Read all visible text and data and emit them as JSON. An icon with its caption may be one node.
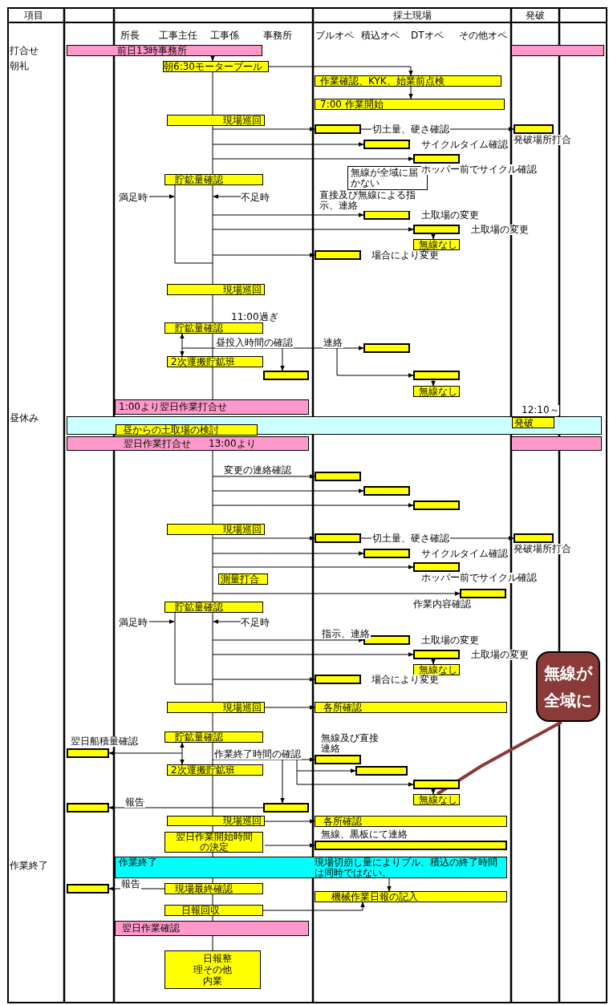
{
  "diagram": {
    "nodes": [
      {
        "text": [
          "前日13時事務所"
        ]
      },
      {
        "text": [],
        "shape": "bar"
      },
      {
        "text": [
          "朝6:30モータープール"
        ]
      },
      {
        "text": [
          "作業確認、KYK、始業前点検"
        ]
      },
      {
        "text": [
          "7:00  作業開始"
        ]
      },
      {
        "text": [
          "現場巡回"
        ]
      },
      {
        "text": [],
        "shape": "box"
      },
      {
        "text": [],
        "shape": "box",
        "beside": [
          "発破場所打合"
        ]
      },
      {
        "text": [],
        "shape": "box"
      },
      {
        "text": [],
        "shape": "box",
        "beside": [
          "ホッパー前でサイクル確認"
        ]
      },
      {
        "text": [
          "無線が全域に届かない"
        ]
      },
      {
        "text": [
          "貯鉱量確認"
        ]
      },
      {
        "text": [],
        "shape": "box"
      },
      {
        "text": [],
        "shape": "box",
        "beside": [
          "土取場の変更"
        ]
      },
      {
        "text": [
          "無線なし"
        ]
      },
      {
        "text": [],
        "shape": "box"
      },
      {
        "text": [
          "現場巡回"
        ]
      },
      {
        "text": [
          "貯鉱量確認"
        ],
        "beside": [
          "11:00過ぎ"
        ]
      },
      {
        "text": [
          "2次運搬貯鉱班"
        ]
      },
      {
        "text": [],
        "shape": "box"
      },
      {
        "text": [],
        "shape": "box"
      },
      {
        "text": [],
        "shape": "box"
      },
      {
        "text": [
          "無線なし"
        ]
      },
      {
        "text": [
          "1:00より翌日作業打合せ"
        ]
      },
      {
        "text": [],
        "shape": "bar"
      },
      {
        "text": [
          "昼からの土取場の検討"
        ],
        "in": 24
      },
      {
        "text": [
          "発破"
        ],
        "in": 24,
        "beside": [
          "12:10～"
        ]
      },
      {
        "text": [
          "翌日作業打合せ",
          "13:00より"
        ]
      },
      {
        "text": [],
        "shape": "bar"
      },
      {
        "text": [],
        "shape": "box"
      },
      {
        "text": [],
        "shape": "box"
      },
      {
        "text": [],
        "shape": "box"
      },
      {
        "text": [
          "現場巡回"
        ]
      },
      {
        "text": [],
        "shape": "box"
      },
      {
        "text": [],
        "shape": "box",
        "beside": [
          "発破場所打合"
        ]
      },
      {
        "text": [],
        "shape": "box"
      },
      {
        "text": [],
        "shape": "box",
        "beside": [
          "ホッパー前でサイクル確認"
        ]
      },
      {
        "text": [
          "測量打合"
        ]
      },
      {
        "text": [],
        "shape": "box",
        "beside": [
          "作業内容確認"
        ]
      },
      {
        "text": [
          "貯鉱量確認"
        ]
      },
      {
        "text": [],
        "shape": "box"
      },
      {
        "text": [],
        "shape": "box",
        "beside": [
          "土取場の変更"
        ]
      },
      {
        "text": [
          "無線なし"
        ]
      },
      {
        "text": [],
        "shape": "box"
      },
      {
        "text": [
          "現場巡回"
        ]
      },
      {
        "text": [
          "各所確認"
        ]
      },
      {
        "text": [
          "貯鉱量確認"
        ]
      },
      {
        "text": [],
        "shape": "box",
        "beside": [
          "翌日船積量確認"
        ]
      },
      {
        "text": [
          "2次運搬貯鉱班"
        ]
      },
      {
        "text": [],
        "shape": "box"
      },
      {
        "text": [],
        "shape": "box"
      },
      {
        "text": [],
        "shape": "box"
      },
      {
        "text": [
          "無線なし"
        ]
      },
      {
        "text": [],
        "shape": "box"
      },
      {
        "text": [],
        "shape": "box"
      },
      {
        "text": [
          "現場巡回"
        ]
      },
      {
        "text": [
          "各所確認"
        ]
      },
      {
        "text": [
          "翌日作業開始時間の決定"
        ]
      },
      {
        "text": [],
        "shape": "box",
        "beside": [
          "無線、黒板にて連絡"
        ]
      },
      {
        "text": [
          "作業終了",
          "現場切崩し量によりブル、積込の終了時間は同時ではない。"
        ]
      },
      {
        "text": [],
        "shape": "box"
      },
      {
        "text": [
          "現場最終確認"
        ]
      },
      {
        "text": [
          "機械作業日報の記入"
        ]
      },
      {
        "text": [
          "日報回収"
        ]
      },
      {
        "text": [
          "翌日作業確認"
        ]
      },
      {
        "text": [
          "日報整理その他内業"
        ]
      },
      {
        "text": [
          "無線が全域に"
        ]
      },
      {
        "text": [
          "満足時"
        ]
      },
      {
        "text": [
          "不足時"
        ]
      },
      {
        "text": [
          "満足時"
        ]
      },
      {
        "text": [
          "不足時"
        ]
      }
    ],
    "edges": [
      {
        "from": 0,
        "to": 2,
        "arrow": "to"
      },
      {
        "from": 2,
        "to": 3,
        "arrow": "to"
      },
      {
        "from": 3,
        "to": 4,
        "arrow": "to"
      },
      {
        "from": 2,
        "to": 5,
        "arrow": "none"
      },
      {
        "from": 5,
        "to": 11,
        "arrow": "none"
      },
      {
        "from": 11,
        "to": 16,
        "arrow": "none"
      },
      {
        "from": 16,
        "to": 17,
        "arrow": "none"
      },
      {
        "from": 17,
        "to": 18,
        "arrow": "none"
      },
      {
        "from": 18,
        "to": 23,
        "arrow": "none"
      },
      {
        "from": 27,
        "to": 32,
        "arrow": "none"
      },
      {
        "from": 32,
        "to": 39,
        "arrow": "none"
      },
      {
        "from": 39,
        "to": 44,
        "arrow": "none"
      },
      {
        "from": 44,
        "to": 46,
        "arrow": "none"
      },
      {
        "from": 46,
        "to": 48,
        "arrow": "none"
      },
      {
        "from": 48,
        "to": 55,
        "arrow": "none"
      },
      {
        "from": 55,
        "to": 57,
        "arrow": "none"
      },
      {
        "from": 57,
        "to": 59,
        "arrow": "none"
      },
      {
        "from": 59,
        "to": 61,
        "arrow": "none"
      },
      {
        "from": 61,
        "to": 63,
        "arrow": "none"
      },
      {
        "from": 63,
        "to": 64,
        "arrow": "none"
      },
      {
        "from": 64,
        "to": 65,
        "arrow": "none"
      },
      {
        "from": 5,
        "to": 6,
        "arrow": "to"
      },
      {
        "from": 6,
        "to": 7,
        "arrow": "to",
        "label": "切土量、硬さ確認"
      },
      {
        "from": null,
        "to": 8,
        "arrow": "to"
      },
      {
        "from": null,
        "to": 9,
        "arrow": "to"
      },
      {
        "from": 11,
        "to": null,
        "arrow": "none"
      },
      {
        "from": 67,
        "to": 11,
        "arrow": "to"
      },
      {
        "from": 68,
        "to": 11,
        "arrow": "to"
      },
      {
        "from": null,
        "to": 12,
        "arrow": "to"
      },
      {
        "from": null,
        "to": 13,
        "arrow": "to"
      },
      {
        "from": 13,
        "to": 14,
        "arrow": "to"
      },
      {
        "from": null,
        "to": 15,
        "arrow": "to"
      },
      {
        "from": 17,
        "to": 18,
        "arrow": "both"
      },
      {
        "from": 18,
        "to": 19,
        "arrow": "to",
        "label": "昼投入時間の確認"
      },
      {
        "from": null,
        "to": 20,
        "arrow": "to"
      },
      {
        "from": null,
        "to": 21,
        "arrow": "to",
        "label": "連絡"
      },
      {
        "from": 21,
        "to": 22,
        "arrow": "to"
      },
      {
        "from": null,
        "to": 29,
        "arrow": "to",
        "label": "変更の連絡確認"
      },
      {
        "from": null,
        "to": 30,
        "arrow": "to"
      },
      {
        "from": null,
        "to": 31,
        "arrow": "to"
      },
      {
        "from": 32,
        "to": 33,
        "arrow": "to"
      },
      {
        "from": 33,
        "to": 34,
        "arrow": "to",
        "label": "切土量、硬さ確認"
      },
      {
        "from": null,
        "to": 35,
        "arrow": "to"
      },
      {
        "from": 37,
        "to": 36,
        "arrow": "to"
      },
      {
        "from": 37,
        "to": 38,
        "arrow": "to"
      },
      {
        "from": 39,
        "to": null,
        "arrow": "none"
      },
      {
        "from": 69,
        "to": 39,
        "arrow": "to"
      },
      {
        "from": 70,
        "to": 39,
        "arrow": "to"
      },
      {
        "from": null,
        "to": 40,
        "arrow": "to",
        "label": "指示、連絡"
      },
      {
        "from": null,
        "to": 41,
        "arrow": "to"
      },
      {
        "from": 41,
        "to": 42,
        "arrow": "to"
      },
      {
        "from": null,
        "to": 43,
        "arrow": "to"
      },
      {
        "from": 44,
        "to": 45,
        "arrow": "to"
      },
      {
        "from": 46,
        "to": 48,
        "arrow": "both"
      },
      {
        "from": 46,
        "to": 47,
        "arrow": "to"
      },
      {
        "from": 48,
        "to": 49,
        "arrow": "to",
        "label": "作業終了時間の確認"
      },
      {
        "from": null,
        "to": 50,
        "arrow": "to"
      },
      {
        "from": null,
        "to": 51,
        "arrow": "to"
      },
      {
        "from": 51,
        "to": 52,
        "arrow": "to"
      },
      {
        "from": null,
        "to": 53,
        "arrow": "to"
      },
      {
        "from": 53,
        "to": 54,
        "arrow": "to",
        "label": "報告"
      },
      {
        "from": 55,
        "to": 56,
        "arrow": "to"
      },
      {
        "from": 57,
        "to": 58,
        "arrow": "to"
      },
      {
        "from": 61,
        "to": 60,
        "arrow": "to",
        "label": "報告"
      },
      {
        "from": 59,
        "to": 62,
        "arrow": "to"
      },
      {
        "from": 63,
        "to": 62,
        "arrow": "to"
      },
      {
        "from": 66,
        "to": 52,
        "arrow": "none",
        "style": "thick",
        "color": "#8b3a3a"
      }
    ],
    "labels": [
      "項目",
      "採土現場",
      "発破",
      "所長",
      "工事主任",
      "工事係",
      "事務所",
      "ブルオペ",
      "積込オペ",
      "DTオペ",
      "その他オペ",
      "打合せ",
      "朝礼",
      "サイクルタイム確認",
      "直接及び無線による指示、連絡",
      "土取場の変更",
      "場合により変更",
      "昼休み",
      "サイクルタイム確認",
      "土取場の変更",
      "場合により変更",
      "無線及び直接連絡",
      "作業終了"
    ]
  }
}
